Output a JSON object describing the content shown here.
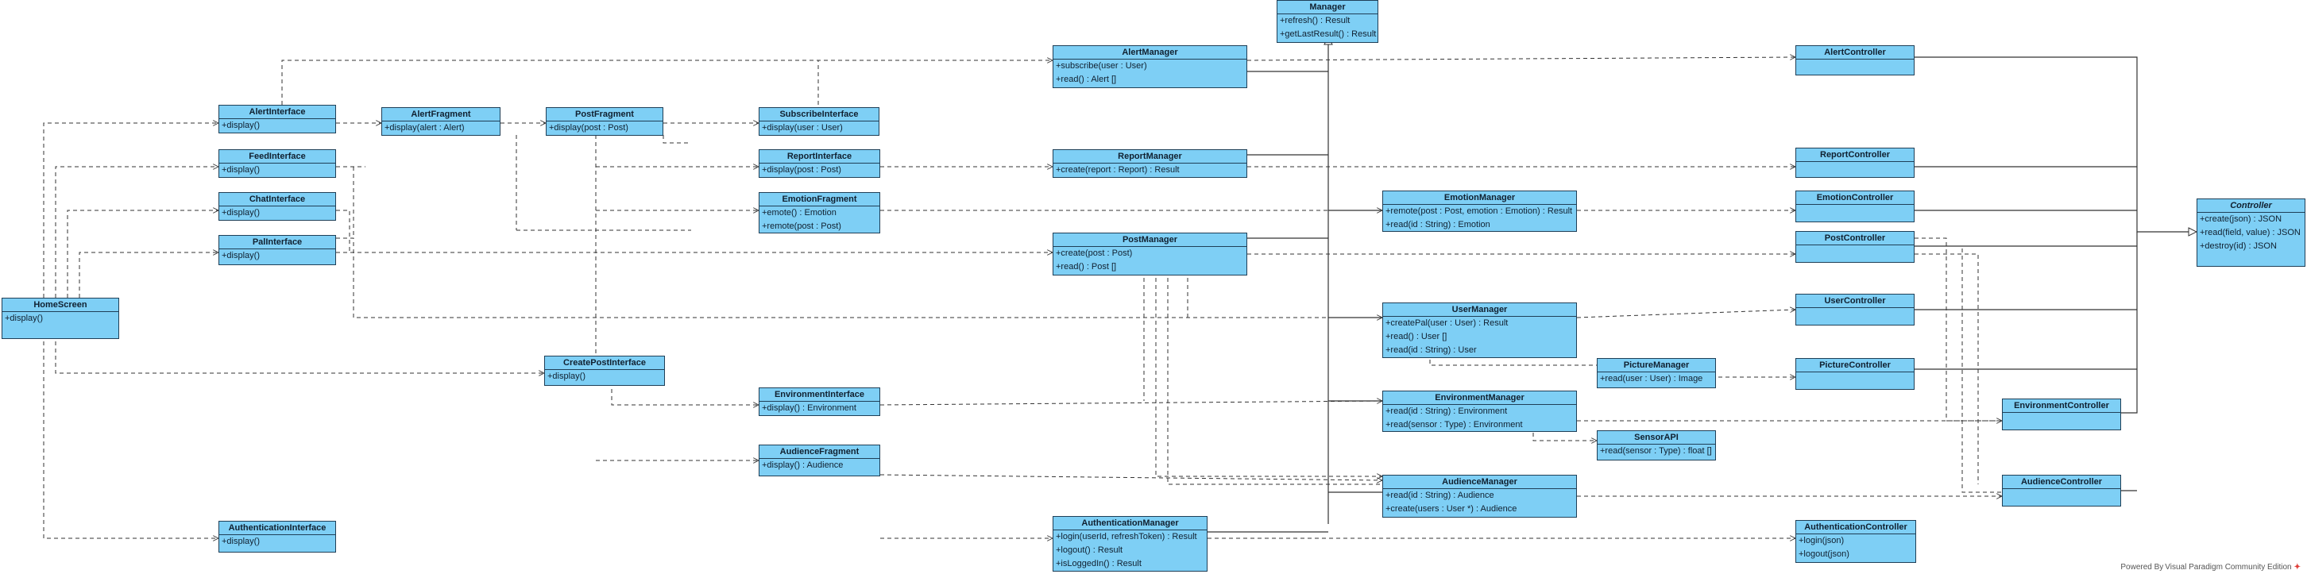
{
  "classes": [
    {
      "id": "manager",
      "name": "Manager",
      "members": [
        "+refresh() : Result",
        "+getLastResult() : Result"
      ]
    },
    {
      "id": "alert-manager",
      "name": "AlertManager",
      "members": [
        "+subscribe(user : User)",
        "+read() : Alert []"
      ]
    },
    {
      "id": "alert-controller",
      "name": "AlertController",
      "members": [
        ""
      ]
    },
    {
      "id": "alert-interface",
      "name": "AlertInterface",
      "members": [
        "+display()"
      ]
    },
    {
      "id": "alert-fragment",
      "name": "AlertFragment",
      "members": [
        "+display(alert : Alert)"
      ]
    },
    {
      "id": "post-fragment",
      "name": "PostFragment",
      "members": [
        "+display(post : Post)"
      ]
    },
    {
      "id": "subscribe-interface",
      "name": "SubscribeInterface",
      "members": [
        "+display(user : User)"
      ]
    },
    {
      "id": "feed-interface",
      "name": "FeedInterface",
      "members": [
        "+display()"
      ]
    },
    {
      "id": "report-interface",
      "name": "ReportInterface",
      "members": [
        "+display(post : Post)"
      ]
    },
    {
      "id": "report-manager",
      "name": "ReportManager",
      "members": [
        "+create(report : Report) : Result"
      ]
    },
    {
      "id": "report-controller",
      "name": "ReportController",
      "members": [
        ""
      ]
    },
    {
      "id": "chat-interface",
      "name": "ChatInterface",
      "members": [
        "+display()"
      ]
    },
    {
      "id": "emotion-fragment",
      "name": "EmotionFragment",
      "members": [
        "+emote() : Emotion",
        "+remote(post : Post)"
      ]
    },
    {
      "id": "emotion-manager",
      "name": "EmotionManager",
      "members": [
        "+remote(post : Post, emotion : Emotion) : Result",
        "+read(id : String) : Emotion"
      ]
    },
    {
      "id": "emotion-controller",
      "name": "EmotionController",
      "members": [
        ""
      ]
    },
    {
      "id": "controller",
      "name": "Controller",
      "members": [
        "+create(json) : JSON",
        "+read(field, value) : JSON",
        "+destroy(id) : JSON"
      ]
    },
    {
      "id": "pal-interface",
      "name": "PalInterface",
      "members": [
        "+display()"
      ]
    },
    {
      "id": "post-manager",
      "name": "PostManager",
      "members": [
        "+create(post : Post)",
        "+read() : Post []"
      ]
    },
    {
      "id": "post-controller",
      "name": "PostController",
      "members": [
        ""
      ]
    },
    {
      "id": "home-screen",
      "name": "HomeScreen",
      "members": [
        "+display()"
      ]
    },
    {
      "id": "user-manager",
      "name": "UserManager",
      "members": [
        "+createPal(user : User) : Result",
        "+read() : User []",
        "+read(id : String) : User"
      ]
    },
    {
      "id": "user-controller",
      "name": "UserController",
      "members": [
        ""
      ]
    },
    {
      "id": "create-post-interface",
      "name": "CreatePostInterface",
      "members": [
        "+display()"
      ]
    },
    {
      "id": "picture-manager",
      "name": "PictureManager",
      "members": [
        "+read(user : User) : Image"
      ]
    },
    {
      "id": "picture-controller",
      "name": "PictureController",
      "members": [
        ""
      ]
    },
    {
      "id": "environment-interface",
      "name": "EnvironmentInterface",
      "members": [
        "+display() : Environment"
      ]
    },
    {
      "id": "environment-manager",
      "name": "EnvironmentManager",
      "members": [
        "+read(id : String) : Environment",
        "+read(sensor : Type) : Environment"
      ]
    },
    {
      "id": "environment-controller",
      "name": "EnvironmentController",
      "members": [
        ""
      ]
    },
    {
      "id": "sensor-api",
      "name": "SensorAPI",
      "members": [
        "+read(sensor : Type) : float []"
      ]
    },
    {
      "id": "audience-fragment",
      "name": "AudienceFragment",
      "members": [
        "+display() : Audience"
      ]
    },
    {
      "id": "audience-manager",
      "name": "AudienceManager",
      "members": [
        "+read(id : String) : Audience",
        "+create(users : User *) : Audience"
      ]
    },
    {
      "id": "audience-controller",
      "name": "AudienceController",
      "members": [
        ""
      ]
    },
    {
      "id": "authentication-interface",
      "name": "AuthenticationInterface",
      "members": [
        "+display()"
      ]
    },
    {
      "id": "authentication-manager",
      "name": "AuthenticationManager",
      "members": [
        "+login(userId, refreshToken) : Result",
        "+logout() : Result",
        "+isLoggedIn() : Result"
      ]
    },
    {
      "id": "authentication-controller",
      "name": "AuthenticationController",
      "members": [
        "+login(json)",
        "+logout(json)"
      ]
    }
  ],
  "footer": {
    "text": "Powered By Visual Paradigm Community Edition"
  },
  "colors": {
    "class_fill": "#7ecff5",
    "class_border": "#1f3f57",
    "line": "#333333"
  }
}
